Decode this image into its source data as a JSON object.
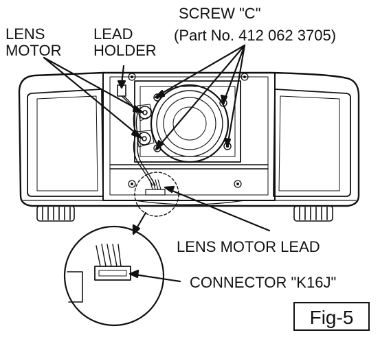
{
  "labels": {
    "lens_motor_line1": "LENS",
    "lens_motor_line2": "MOTOR",
    "lead_holder_line1": "LEAD",
    "lead_holder_line2": "HOLDER",
    "screw_c": "SCREW \"C\"",
    "part_no": "(Part No. 412 062 3705)",
    "lens_motor_lead": "LENS MOTOR LEAD",
    "connector": "CONNECTOR \"K16J\"",
    "figure": "Fig-5"
  },
  "colors": {
    "ink": "#111111",
    "paper": "#ffffff"
  }
}
